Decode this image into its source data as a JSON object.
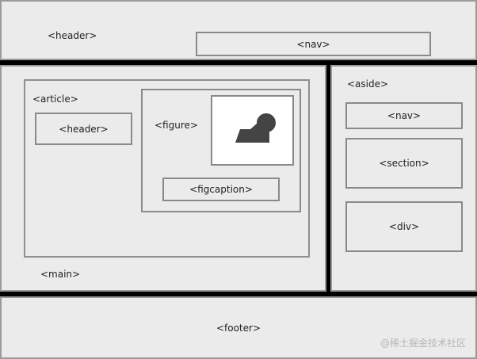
{
  "header": {
    "label": "<header>",
    "nav_label": "<nav>"
  },
  "main": {
    "label": "<main>",
    "article": {
      "label": "<article>",
      "header_label": "<header>",
      "figure": {
        "label": "<figure>",
        "image_icon": "image-icon",
        "figcaption_label": "<figcaption>"
      }
    }
  },
  "aside": {
    "label": "<aside>",
    "nav_label": "<nav>",
    "section_label": "<section>",
    "div_label": "<div>"
  },
  "footer": {
    "label": "<footer>"
  },
  "watermark": "@稀土掘金技术社区",
  "colors": {
    "box_fill": "#ebebeb",
    "box_border": "#8a8a8a",
    "separator": "#000000",
    "image_glyph": "#444444"
  }
}
